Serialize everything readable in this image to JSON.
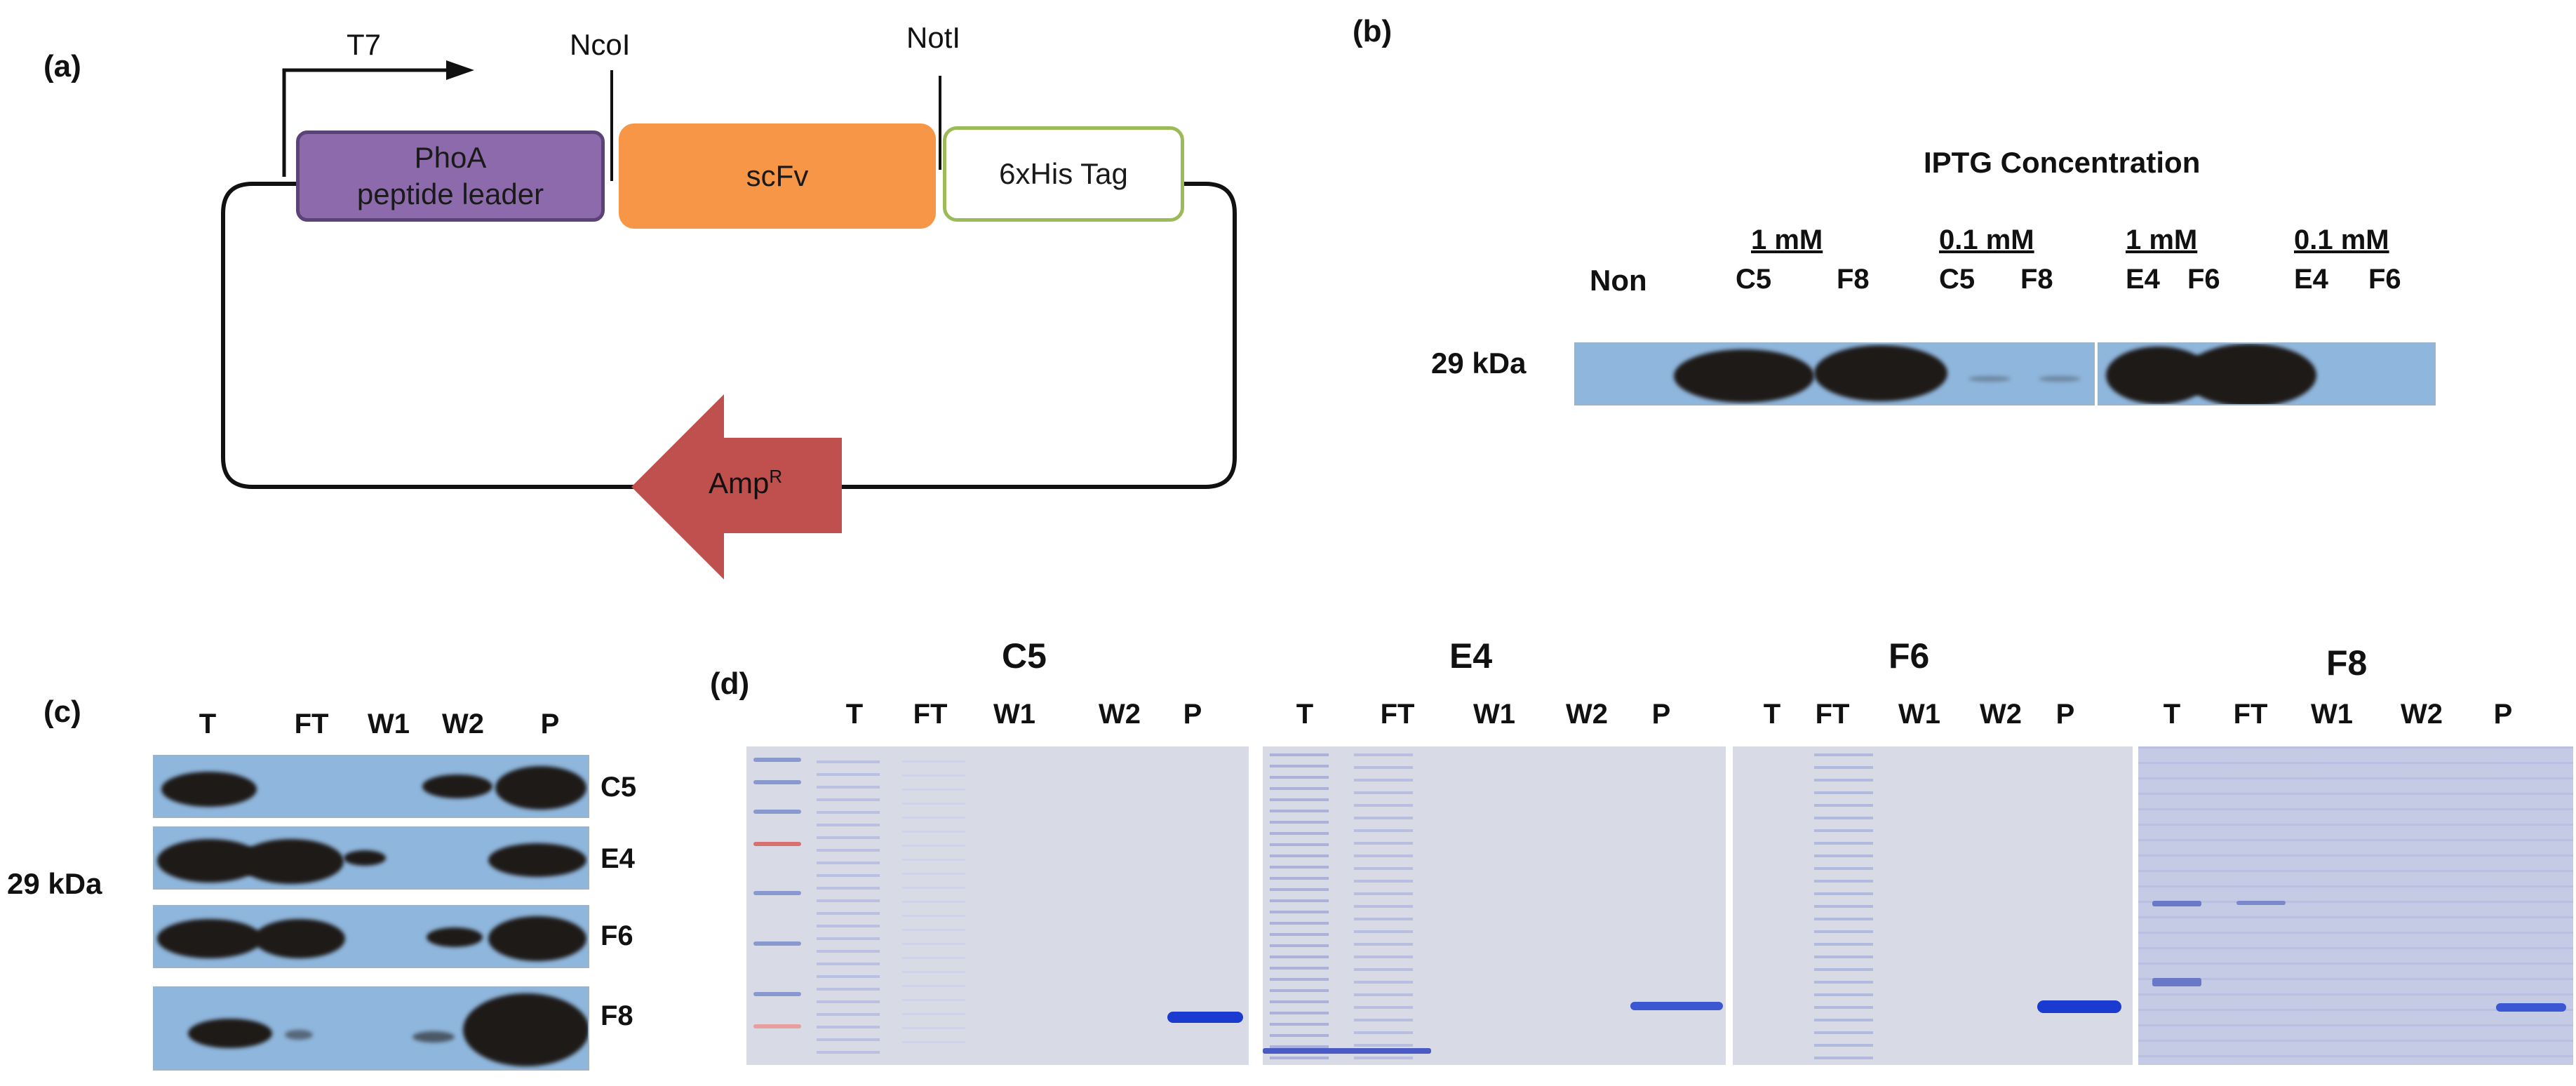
{
  "panels": {
    "a": "(a)",
    "b": "(b)",
    "c": "(c)",
    "d": "(d)"
  },
  "plasmid": {
    "promoter": "T7",
    "site_left": "NcoI",
    "site_right": "NotI",
    "leader_line1": "PhoA",
    "leader_line2": "peptide leader",
    "insert": "scFv",
    "tag": "6xHis Tag",
    "marker": "Amp",
    "marker_sup": "R",
    "colors": {
      "leader": "#8d6aab",
      "insert": "#f79646",
      "tag_border": "#9bbb59",
      "marker": "#c0504d"
    }
  },
  "blot_b": {
    "title": "IPTG Concentration",
    "non": "Non",
    "groups": [
      {
        "conc": "1 mM",
        "lanes": [
          "C5",
          "F8"
        ]
      },
      {
        "conc": "0.1 mM",
        "lanes": [
          "C5",
          "F8"
        ]
      },
      {
        "conc": "1 mM",
        "lanes": [
          "E4",
          "F6"
        ]
      },
      {
        "conc": "0.1 mM",
        "lanes": [
          "E4",
          "F6"
        ]
      }
    ],
    "size": "29 kDa"
  },
  "blot_c": {
    "lanes": [
      "T",
      "FT",
      "W1",
      "W2",
      "P"
    ],
    "rows": [
      "C5",
      "E4",
      "F6",
      "F8"
    ],
    "size": "29 kDa"
  },
  "gels_d": [
    {
      "name": "C5",
      "lanes": [
        "T",
        "FT",
        "W1",
        "W2",
        "P"
      ]
    },
    {
      "name": "E4",
      "lanes": [
        "T",
        "FT",
        "W1",
        "W2",
        "P"
      ]
    },
    {
      "name": "F6",
      "lanes": [
        "T",
        "FT",
        "W1",
        "W2",
        "P"
      ]
    },
    {
      "name": "F8",
      "lanes": [
        "T",
        "FT",
        "W1",
        "W2",
        "P"
      ]
    }
  ]
}
